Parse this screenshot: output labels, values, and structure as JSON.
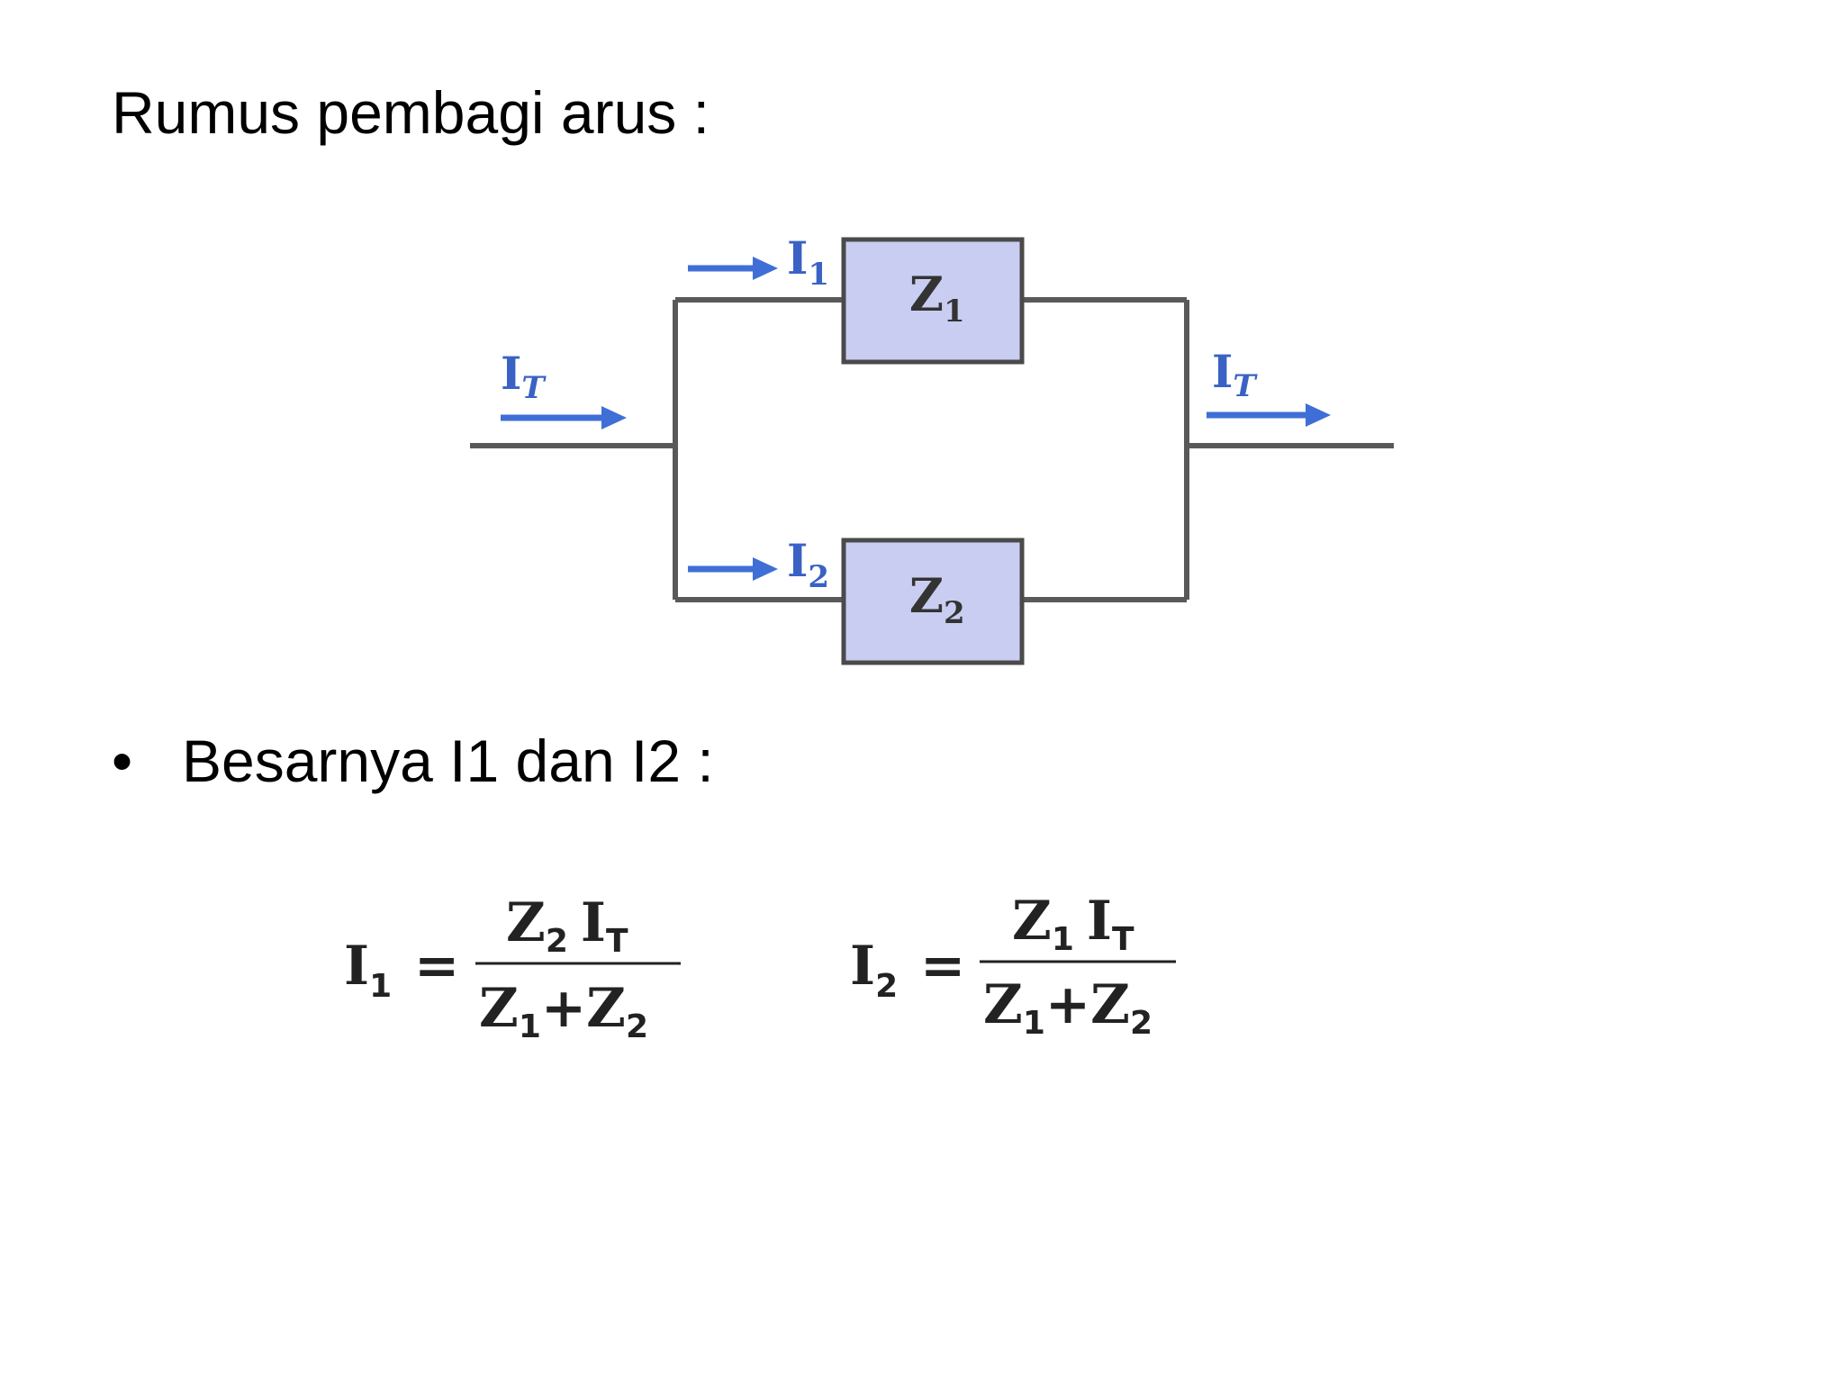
{
  "title": "Rumus pembagi arus :",
  "bullet": {
    "symbol": "•",
    "text": "Besarnya I1 dan I2 :"
  },
  "diagram": {
    "current_total": {
      "main": "I",
      "sub": "T"
    },
    "branch1_current": {
      "main": "I",
      "sub": "1"
    },
    "branch2_current": {
      "main": "I",
      "sub": "2"
    },
    "z1": {
      "main": "Z",
      "sub": "1"
    },
    "z2": {
      "main": "Z",
      "sub": "2"
    }
  },
  "equations": {
    "eq1": {
      "lhs": {
        "main": "I",
        "sub": "1"
      },
      "equals": "=",
      "num": [
        {
          "main": "Z",
          "sub": "2"
        },
        {
          "main": "I",
          "sub": "T"
        }
      ],
      "den": [
        {
          "main": "Z",
          "sub": "1"
        },
        {
          "op": "+"
        },
        {
          "main": "Z",
          "sub": "2"
        }
      ]
    },
    "eq2": {
      "lhs": {
        "main": "I",
        "sub": "2"
      },
      "equals": "=",
      "num": [
        {
          "main": "Z",
          "sub": "1"
        },
        {
          "main": "I",
          "sub": "T"
        }
      ],
      "den": [
        {
          "main": "Z",
          "sub": "1"
        },
        {
          "op": "+"
        },
        {
          "main": "Z",
          "sub": "2"
        }
      ]
    }
  },
  "colors": {
    "arrow": "#3f6fd6",
    "box_fill": "#c9cdf2",
    "wire": "#595959"
  }
}
